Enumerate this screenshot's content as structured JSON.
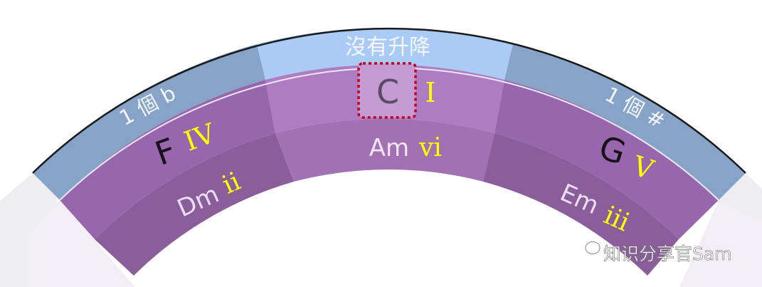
{
  "outer_ring": {
    "center": "沒有升降",
    "left": "1 個 b",
    "right": "1 個 #"
  },
  "major_ring": {
    "center": {
      "chord": "C",
      "roman": "I"
    },
    "left": {
      "chord": "F",
      "roman": "IV"
    },
    "right": {
      "chord": "G",
      "roman": "V"
    }
  },
  "minor_ring": {
    "center": {
      "chord": "Am",
      "roman": "vi"
    },
    "left": {
      "chord": "Dm",
      "roman": "ii"
    },
    "right": {
      "chord": "Em",
      "roman": "iii"
    }
  },
  "watermark": "知识分享官Sam",
  "icons": {
    "watermark": "wechat-icon"
  },
  "colors": {
    "outer_center": "#a9cbf5",
    "outer_side": "#87a3c8",
    "major_center": "#b07cc1",
    "major_side": "#9866ad",
    "minor_center": "#a271b4",
    "minor_side": "#8a5d9b",
    "roman": "#ffff00",
    "highlight_border": "#c0001f"
  }
}
